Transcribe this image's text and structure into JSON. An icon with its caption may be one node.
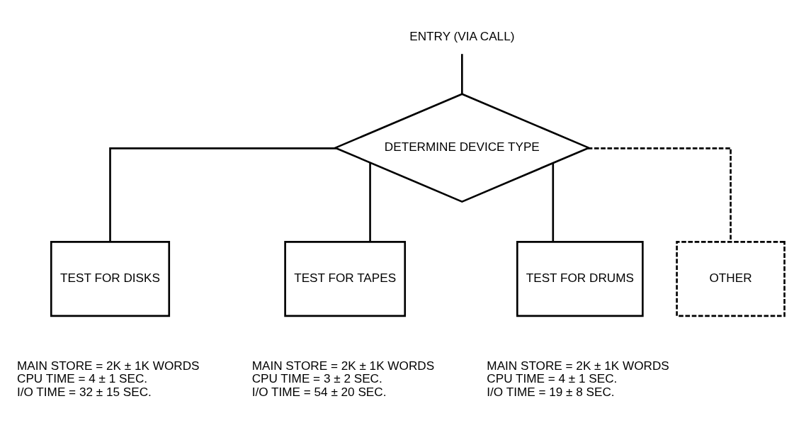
{
  "diagram": {
    "nodes": [
      {
        "text": [
          "ENTRY (VIA CALL)"
        ]
      },
      {
        "text": [
          "DETERMINE DEVICE TYPE"
        ]
      },
      {
        "text": [
          "TEST FOR DISKS"
        ],
        "beside": [
          "MAIN STORE = 2K ± 1K WORDS",
          "CPU TIME = 4 ± 1 SEC.",
          "I/O TIME = 32 ± 15 SEC."
        ]
      },
      {
        "text": [
          "TEST FOR TAPES"
        ],
        "beside": [
          "MAIN STORE = 2K ± 1K WORDS",
          "CPU TIME = 3 ± 2 SEC.",
          "I/O TIME = 54 ± 20 SEC."
        ]
      },
      {
        "text": [
          "TEST FOR DRUMS"
        ],
        "beside": [
          "MAIN STORE = 2K ± 1K WORDS",
          "CPU TIME = 4 ± 1 SEC.",
          "I/O TIME = 19 ± 8 SEC."
        ]
      },
      {
        "text": [
          "OTHER"
        ]
      }
    ],
    "edges": [
      {
        "from": 0,
        "to": 1,
        "arrow": "none"
      },
      {
        "from": 1,
        "to": 2,
        "arrow": "none"
      },
      {
        "from": 1,
        "to": 3,
        "arrow": "none"
      },
      {
        "from": 1,
        "to": 4,
        "arrow": "none"
      },
      {
        "from": 1,
        "to": 5,
        "arrow": "none",
        "style": "dashed"
      }
    ]
  }
}
